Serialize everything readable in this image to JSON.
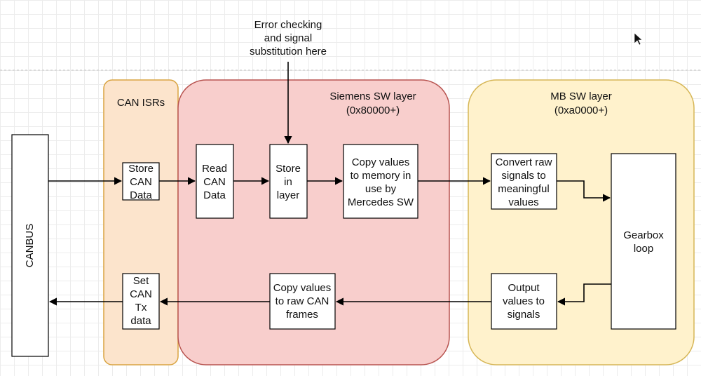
{
  "regions": {
    "can_isrs": {
      "title": "CAN ISRs",
      "fill": "#fce4cc",
      "stroke": "#d9a441"
    },
    "siemens": {
      "title_lines": [
        "Siemens SW layer",
        "(0x80000+)"
      ],
      "fill": "#f8cecc",
      "stroke": "#b85450"
    },
    "mb": {
      "title_lines": [
        "MB SW layer",
        "(0xa0000+)"
      ],
      "fill": "#fff2cc",
      "stroke": "#d6b656"
    }
  },
  "annotation": {
    "lines": [
      "Error checking",
      "and signal",
      "substitution here"
    ]
  },
  "canbus": {
    "label": "CANBUS"
  },
  "boxes": {
    "store_can_data": {
      "lines": [
        "Store",
        "CAN",
        "Data"
      ]
    },
    "read_can_data": {
      "lines": [
        "Read",
        "CAN",
        "Data"
      ]
    },
    "store_in_layer": {
      "lines": [
        "Store",
        "in",
        "layer"
      ]
    },
    "copy_values_memory": {
      "lines": [
        "Copy values",
        "to memory in",
        "use by",
        "Mercedes SW"
      ]
    },
    "convert_raw": {
      "lines": [
        "Convert raw",
        "signals to",
        "meaningful",
        "values"
      ]
    },
    "gearbox_loop": {
      "lines": [
        "Gearbox",
        "loop"
      ]
    },
    "output_values": {
      "lines": [
        "Output",
        "values to",
        "signals"
      ]
    },
    "copy_values_raw": {
      "lines": [
        "Copy values",
        "to raw CAN",
        "frames"
      ]
    },
    "set_can_tx": {
      "lines": [
        "Set",
        "CAN",
        "Tx",
        "data"
      ]
    }
  }
}
